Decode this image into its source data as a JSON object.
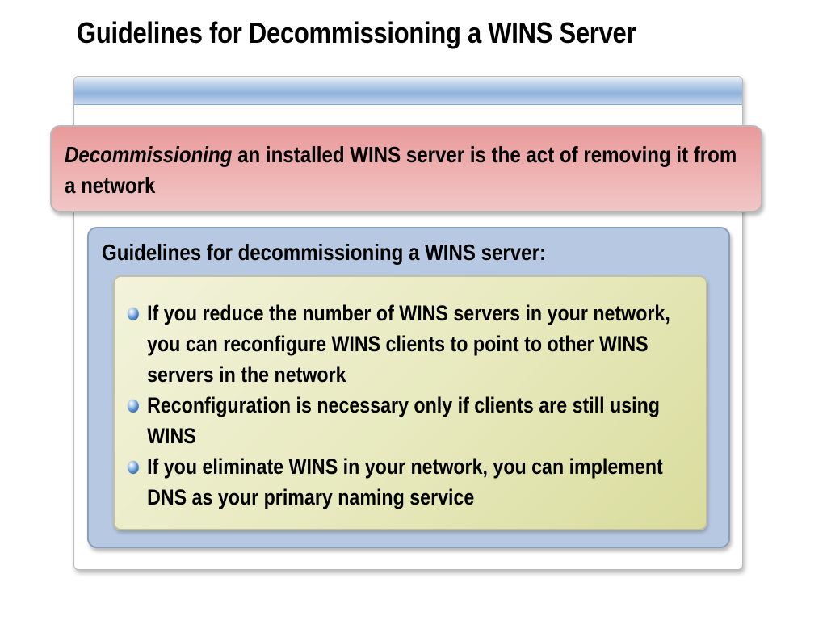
{
  "title": "Guidelines for Decommissioning a WINS Server",
  "definition": {
    "term": "Decommissioning",
    "rest": " an installed WINS server is the act of removing it from a network"
  },
  "guidelines": {
    "heading": "Guidelines for decommissioning a WINS server:",
    "items": [
      "If you reduce the number of WINS servers in your network, you can reconfigure WINS clients to point to other WINS servers in the network",
      "Reconfiguration is necessary only if clients are still using WINS",
      "If you eliminate WINS in your network, you can implement DNS as your primary naming service"
    ]
  },
  "icons": {
    "bullet": "bullet-sphere-icon"
  },
  "colors": {
    "definition_fill": "#e99a9a",
    "guidelines_fill": "#b7c9e2",
    "bullets_fill": "#e7e9bd",
    "bullet_blue": "#4f86c9"
  }
}
